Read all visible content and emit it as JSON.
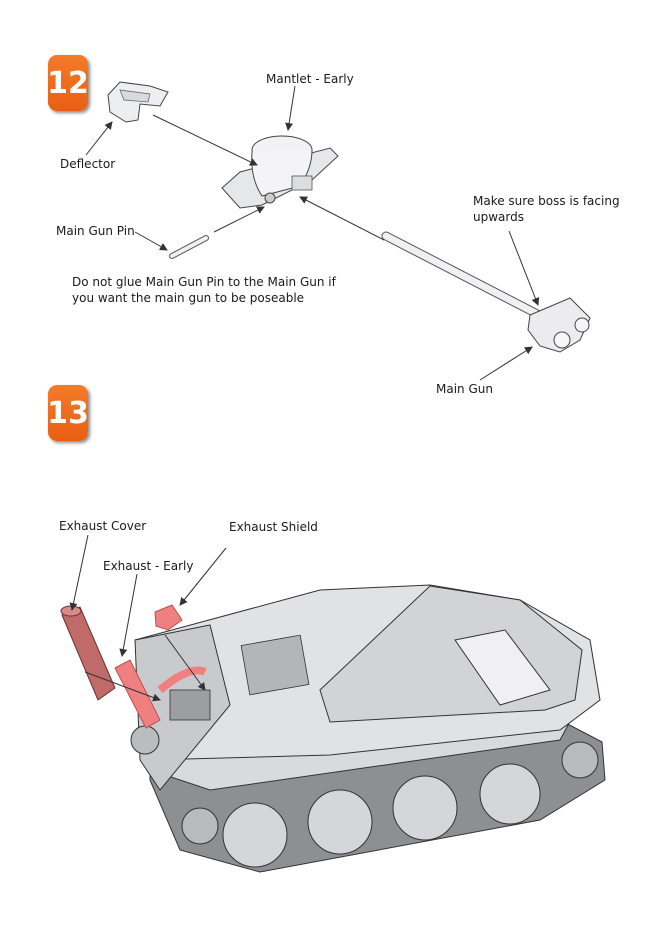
{
  "steps": [
    {
      "number": "12",
      "labels": {
        "mantlet": "Mantlet - Early",
        "deflector": "Deflector",
        "main_gun_pin": "Main Gun Pin",
        "boss_note_line1": "Make sure boss is facing",
        "boss_note_line2": "upwards",
        "glue_note_line1": "Do not glue Main Gun Pin to the Main Gun if",
        "glue_note_line2": "you want the main gun to be poseable",
        "main_gun": "Main Gun"
      }
    },
    {
      "number": "13",
      "labels": {
        "exhaust_cover": "Exhaust Cover",
        "exhaust_shield": "Exhaust Shield",
        "exhaust_early": "Exhaust - Early"
      }
    }
  ],
  "colors": {
    "badge": "#ee6a1c",
    "highlight_part": "#f08080",
    "part_fill": "#e9e9ec",
    "outline": "#333333"
  }
}
